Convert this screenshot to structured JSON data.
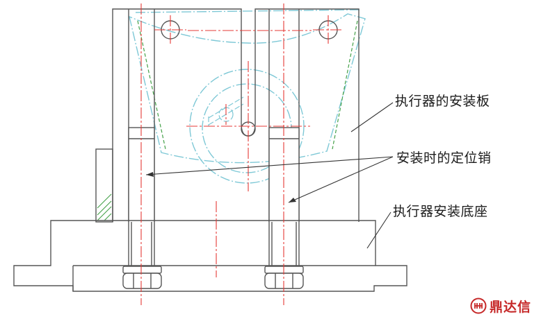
{
  "labels": {
    "mount_plate": "执行器的安装板",
    "locating_pin": "安装时的定位销",
    "base": "执行器安装底座"
  },
  "logo": {
    "text": "鼎达信",
    "icon": "watermark-logo-icon"
  },
  "colors": {
    "outline": "#555555",
    "centerline": "#e53935",
    "actuator": "#7ec8d6",
    "hatch": "#43a047",
    "logo": "#c62828"
  }
}
